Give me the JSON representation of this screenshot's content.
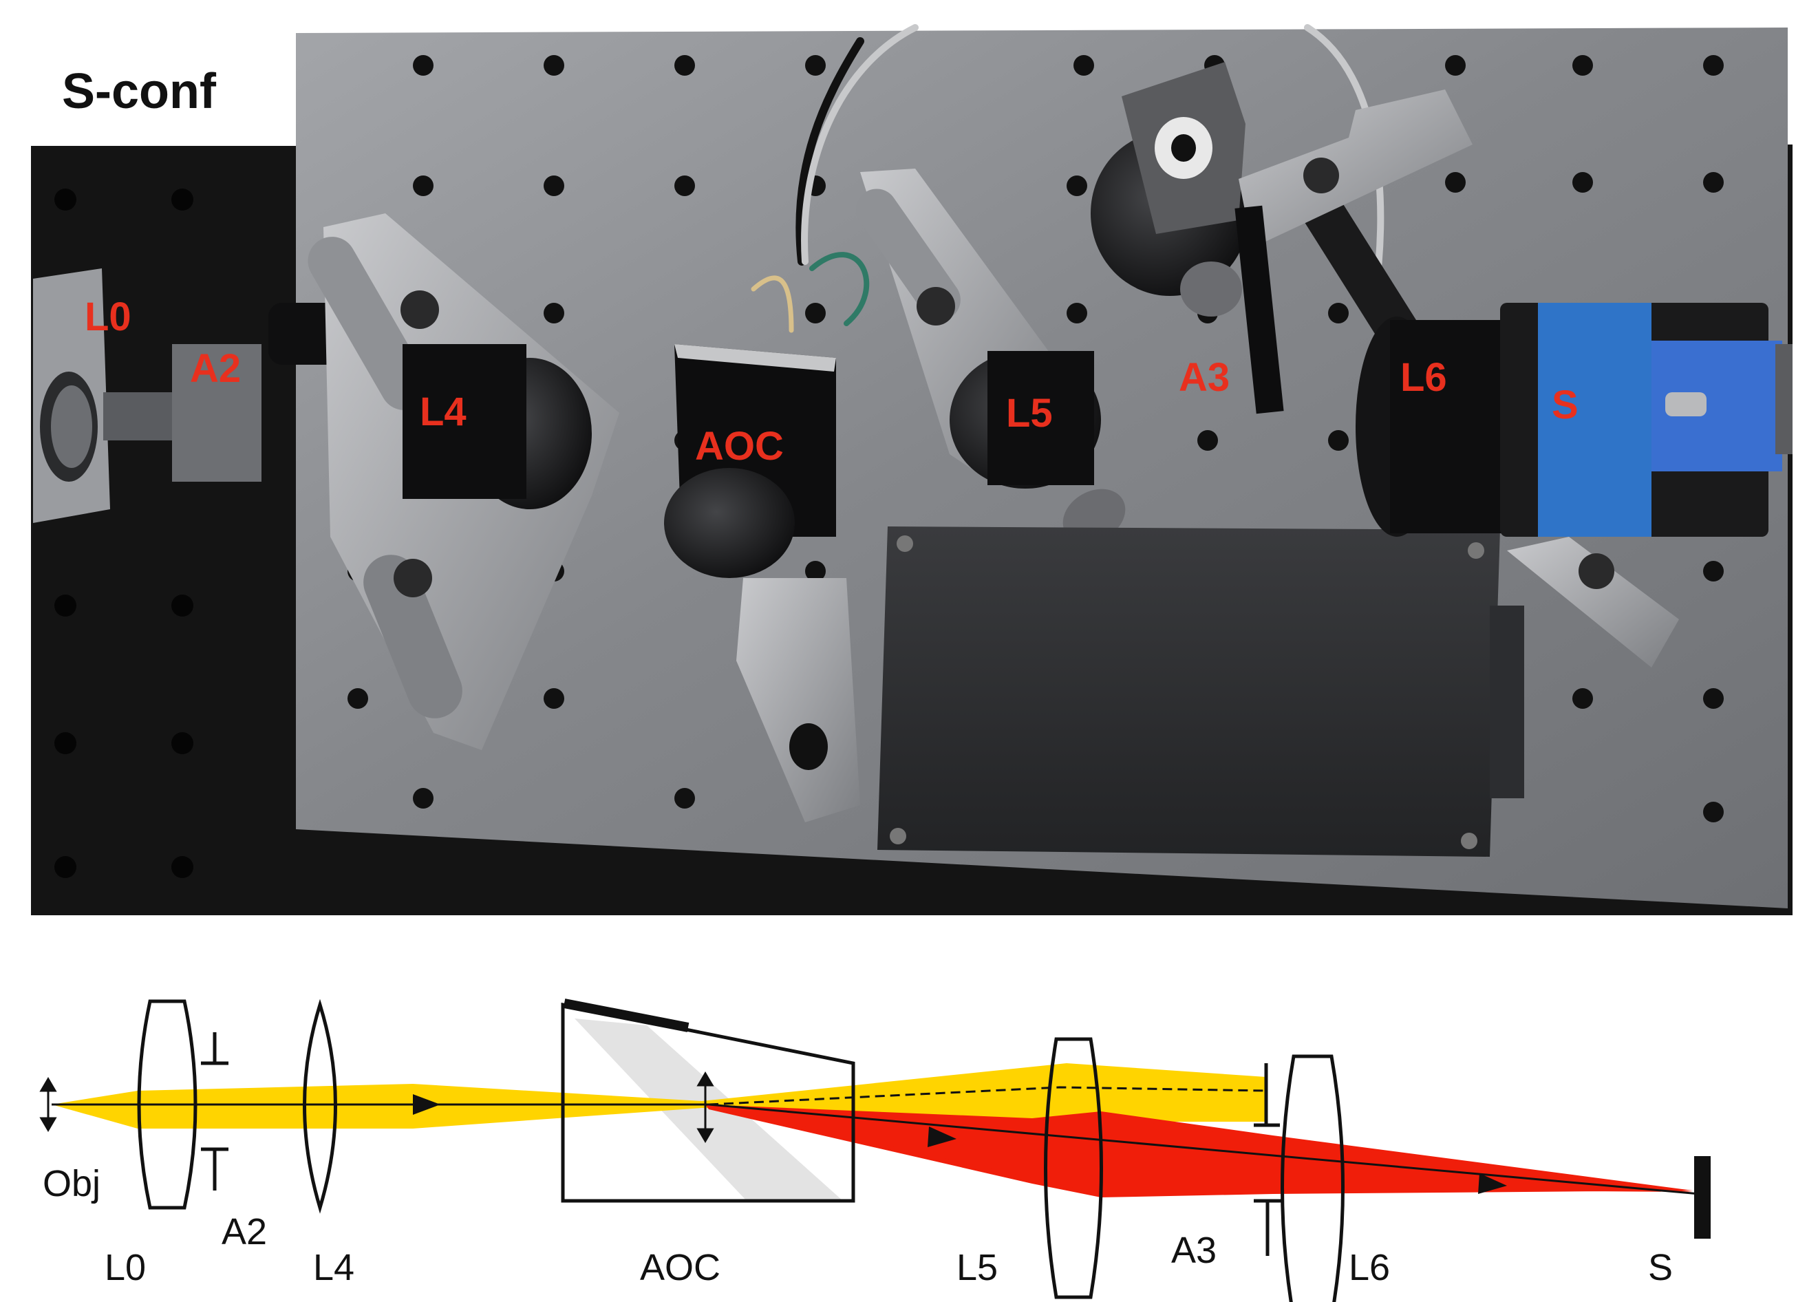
{
  "title": "S-conf",
  "photo_labels": {
    "L0": "L0",
    "A2": "A2",
    "L4": "L4",
    "AOC": "AOC",
    "L5": "L5",
    "A3": "A3",
    "L6": "L6",
    "S": "S"
  },
  "diagram_labels": {
    "Obj": "Obj",
    "L0": "L0",
    "A2": "A2",
    "L4": "L4",
    "AOC": "AOC",
    "L5": "L5",
    "A3": "A3",
    "L6": "L6",
    "S": "S"
  },
  "colors": {
    "label_red": "#e8301e",
    "beam_yellow": "#ffd400",
    "beam_red": "#f01e0a",
    "board_dark": "#141414",
    "plate_grey": "#8e9094",
    "camera_blue": "#2f74c8",
    "lens_outline": "#111111",
    "prism_shade": "#e3e3e3"
  }
}
